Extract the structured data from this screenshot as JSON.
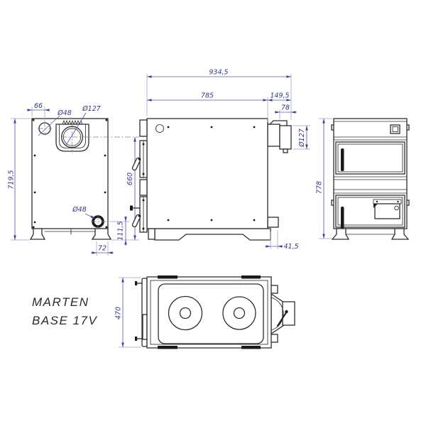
{
  "product": {
    "name_line1": "MARTEN",
    "name_line2": "BASE 17V"
  },
  "colors": {
    "background": "#ffffff",
    "drawing_line": "#2d2d2d",
    "dimension_line": "#5a5aac",
    "extension_line": "#9aa0c4",
    "dimension_text": "#35358a"
  },
  "dimensions": {
    "back_view": {
      "port_top_offset": "66",
      "port_top_diameter": "Ø48",
      "flue_diameter": "Ø127",
      "overall_height": "719,5",
      "flue_center_height": "660",
      "port_bottom_height": "111,5",
      "port_bottom_diameter": "Ø48",
      "foot_inset": "72"
    },
    "side_view": {
      "overall_length": "934,5",
      "body_length": "785",
      "rear_length": "149,5",
      "flue_stub_length": "78",
      "flue_diameter": "Ø127",
      "drain_offset": "41,5"
    },
    "front_view": {
      "overall_height": "778"
    },
    "top_view": {
      "overall_depth": "470"
    }
  }
}
